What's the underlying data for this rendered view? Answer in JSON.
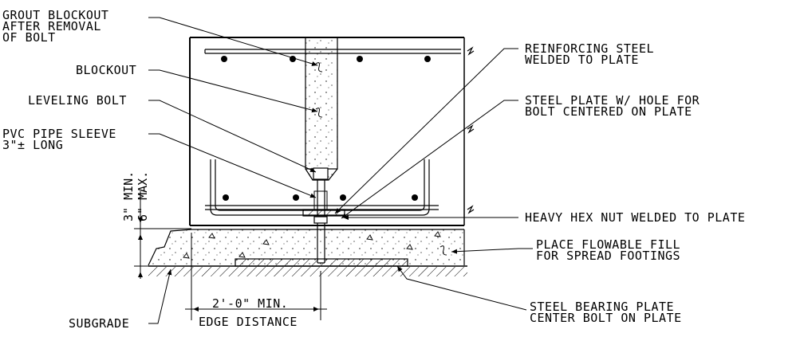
{
  "labels": {
    "grout_blockout": [
      "GROUT BLOCKOUT",
      "AFTER REMOVAL",
      "OF BOLT"
    ],
    "blockout": "BLOCKOUT",
    "leveling_bolt": "LEVELING BOLT",
    "pvc_pipe_sleeve": [
      "PVC PIPE SLEEVE",
      "3\"± LONG"
    ],
    "reinforcing_steel": [
      "REINFORCING STEEL",
      "WELDED TO PLATE"
    ],
    "steel_plate_hole": [
      "STEEL PLATE W/ HOLE FOR",
      "BOLT CENTERED ON PLATE"
    ],
    "heavy_hex_nut": "HEAVY HEX NUT WELDED TO PLATE",
    "flowable_fill": [
      "PLACE FLOWABLE FILL",
      "FOR SPREAD FOOTINGS"
    ],
    "subgrade": "SUBGRADE",
    "steel_bearing_plate": [
      "STEEL BEARING PLATE",
      "CENTER BOLT ON PLATE"
    ],
    "edge_min": "2'-0\" MIN.",
    "edge_distance": "EDGE DISTANCE",
    "dim_min": "3\" MIN.",
    "dim_max": "6\" MAX."
  }
}
